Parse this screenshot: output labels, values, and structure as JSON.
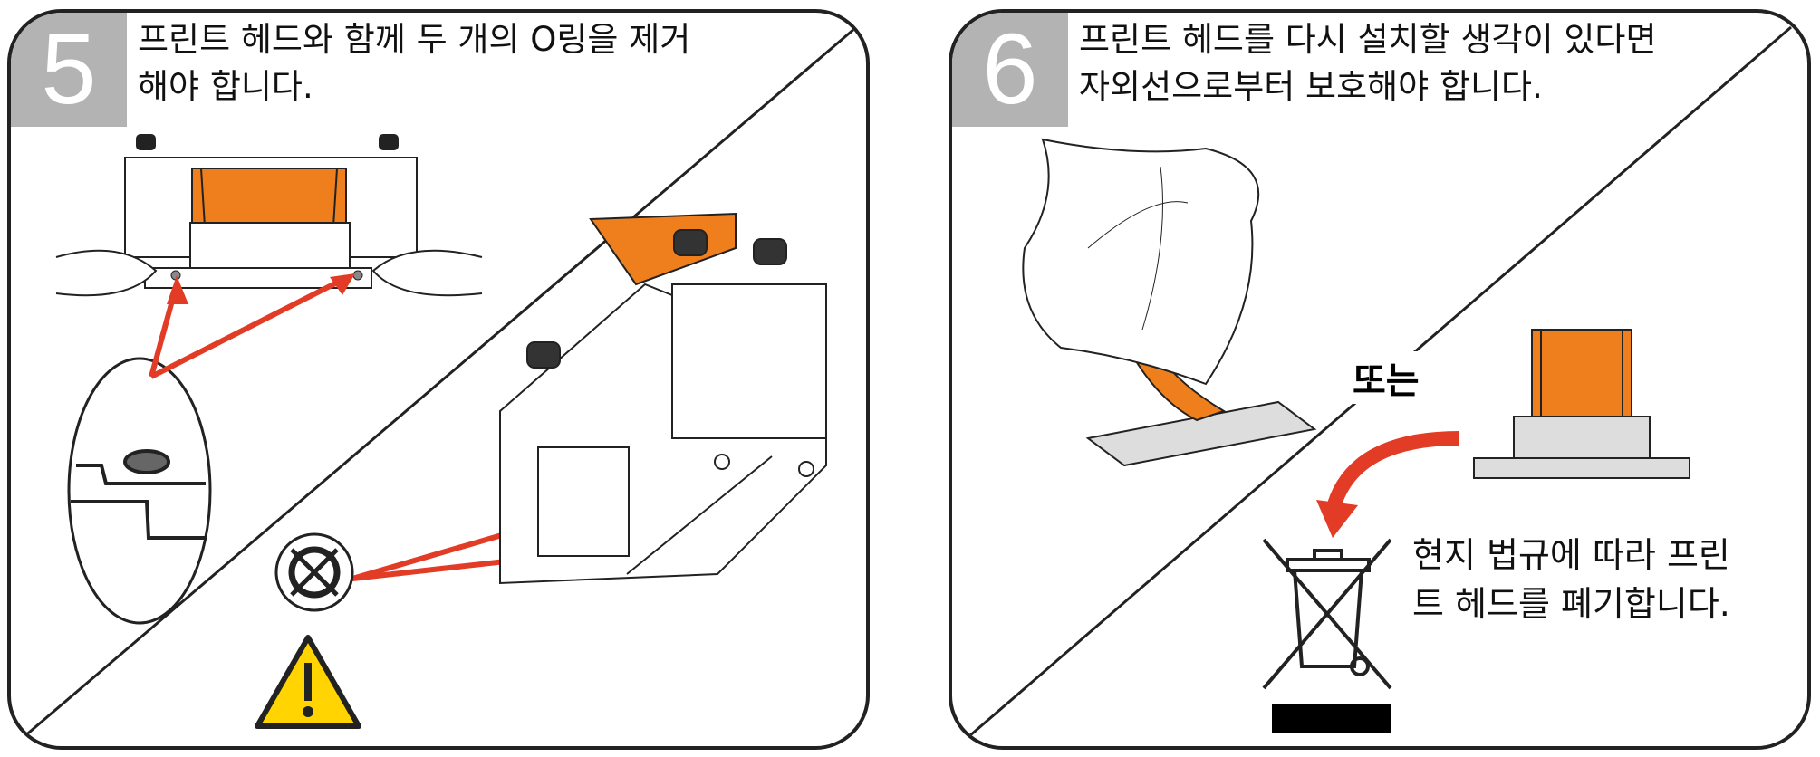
{
  "steps": [
    {
      "number": "5",
      "instruction_line1": "프린트 헤드와 함께 두 개의 O링을 제거",
      "instruction_line2": "해야 합니다."
    },
    {
      "number": "6",
      "instruction_line1": "프린트 헤드를 다시 설치할 생각이 있다면",
      "instruction_line2": "자외선으로부터 보호해야 합니다.",
      "or_label": "또는",
      "dispose_line1": "현지 법규에 따라 프린",
      "dispose_line2": "트 헤드를 폐기합니다."
    }
  ],
  "colors": {
    "accent_orange": "#ee7f1c",
    "arrow_red": "#e23b26",
    "number_box_gray": "#b3b3b3",
    "warning_yellow": "#ffd400"
  }
}
